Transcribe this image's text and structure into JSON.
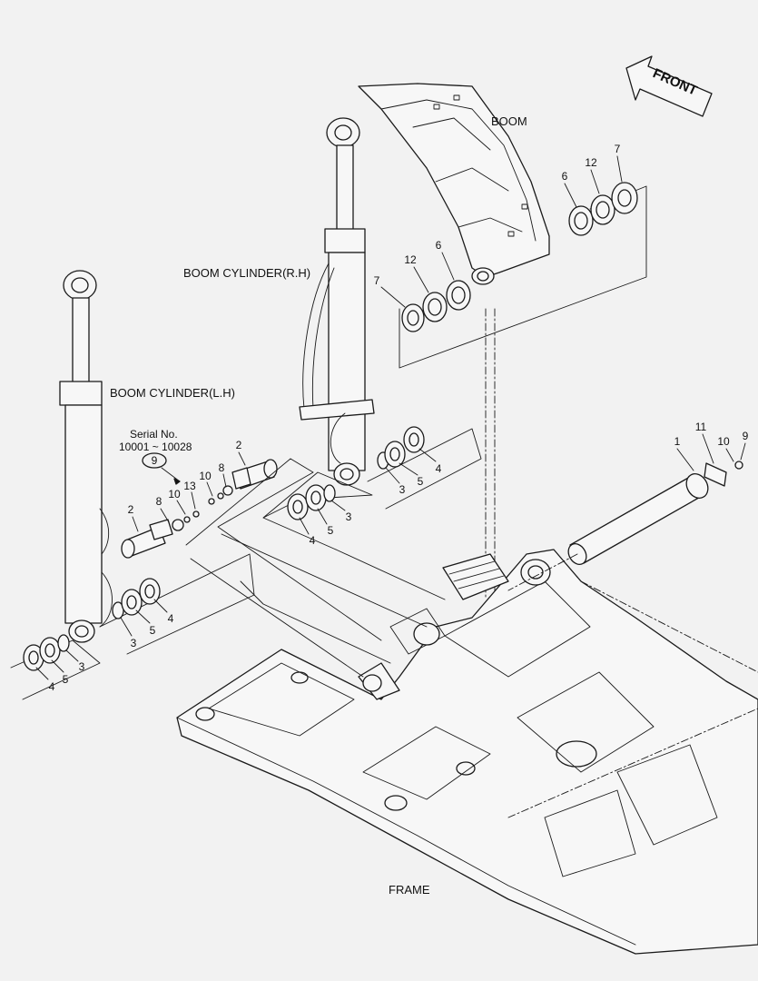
{
  "labels": {
    "front": "FRONT",
    "boom": "BOOM",
    "boom_cyl_rh": "BOOM CYLINDER(R.H)",
    "boom_cyl_lh": "BOOM CYLINDER(L.H)",
    "serial_title": "Serial No.",
    "serial_range": "10001 ~ 10028",
    "serial_ref": "9",
    "frame": "FRAME"
  },
  "callouts": {
    "c7a": "7",
    "c12a": "12",
    "c6a": "6",
    "c7b": "7",
    "c12b": "12",
    "c6b": "6",
    "c1": "1",
    "c11": "11",
    "c10a": "10",
    "c9": "9",
    "c2a": "2",
    "c2b": "2",
    "c8a": "8",
    "c8b": "8",
    "c10b": "10",
    "c10c": "10",
    "c13": "13",
    "c3a": "3",
    "c5a": "5",
    "c4a": "4",
    "c4b": "4",
    "c5b": "5",
    "c3b": "3",
    "c3c": "3",
    "c5c": "5",
    "c4c": "4",
    "c4d": "4",
    "c5d": "5",
    "c3d": "3"
  }
}
